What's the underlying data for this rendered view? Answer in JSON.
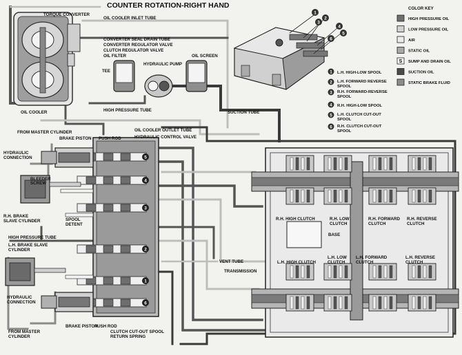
{
  "title": "COUNTER ROTATION-RIGHT HAND",
  "labels": {
    "torque_converter": "TORQUE CONVERTER",
    "oil_cooler_inlet": "OIL COOLER INLET TUBE",
    "converter_seal_drain": "CONVERTER SEAL DRAIN TUBE",
    "converter_regulator": "CONVERTER REGULATOR VALVE",
    "clutch_regulator": "CLUTCH REGULATOR VALVE",
    "oil_filter": "OIL FILTER",
    "hydraulic_pump": "HYDRAULIC PUMP",
    "oil_screen": "OIL SCREEN",
    "tee": "TEE",
    "oil_cooler": "OIL COOLER",
    "high_pressure_tube_top": "HIGH PRESSURE TUBE",
    "suction_tube": "SUCTION TUBE",
    "oil_cooler_outlet": "OIL COOLER OUTLET TUBE",
    "hydraulic_control_valve": "HYDRAULIC CONTROL VALVE",
    "from_master_top": "FROM MASTER CYLINDER",
    "brake_piston_top": "BRAKE PISTON",
    "push_rod_top": "PUSH ROD",
    "hydraulic_connection_top_1": "HYDRAULIC",
    "hydraulic_connection_top_2": "CONNECTION",
    "bleeder_1": "BLEEDER",
    "bleeder_2": "SCREW",
    "rh_brake_1": "R.H. BRAKE",
    "rh_brake_2": "SLAVE CYLINDER",
    "spool_detent_1": "SPOOL",
    "spool_detent_2": "DETENT",
    "high_pressure_tube_mid": "HIGH PRESSURE TUBE",
    "lh_brake_1": "L.H. BRAKE SLAVE",
    "lh_brake_2": "CYLINDER",
    "hydraulic_connection_bot_1": "HYDRAULIC",
    "hydraulic_connection_bot_2": "CONNECTION",
    "brake_piston_bot": "BRAKE PISTON",
    "push_rod_bot": "PUSH ROD",
    "from_master_bot_1": "FROM MASTER",
    "from_master_bot_2": "CYLINDER",
    "clutch_cutout_1": "CLUTCH CUT-OUT SPOOL",
    "clutch_cutout_2": "RETURN SPRING",
    "vent_tube": "VENT TUBE",
    "transmission": "TRANSMISSION",
    "base": "BASE",
    "rh_high_clutch": "R.H. HIGH CLUTCH",
    "rh_low_clutch_1": "R.H. LOW",
    "rh_low_clutch_2": "CLUTCH",
    "rh_forward_clutch_1": "R.H. FORWARD",
    "rh_forward_clutch_2": "CLUTCH",
    "rh_reverse_clutch_1": "R.H. REVERSE",
    "rh_reverse_clutch_2": "CLUTCH",
    "lh_high_clutch": "L.H. HIGH CLUTCH",
    "lh_low_clutch_1": "L.H. LOW",
    "lh_low_clutch_2": "CLUTCH",
    "lh_forward_clutch_1": "L.H. FORWARD",
    "lh_forward_clutch_2": "CLUTCH",
    "lh_reverse_clutch_1": "L.H. REVERSE",
    "lh_reverse_clutch_2": "CLUTCH"
  },
  "spool_legend": [
    {
      "num": "1",
      "line1": "L.H. HIGH-LOW SPOOL",
      "line2": ""
    },
    {
      "num": "2",
      "line1": "L.H. FORWARD REVERSE",
      "line2": "SPOOL"
    },
    {
      "num": "3",
      "line1": "R.H. FORWARD-REVERSE",
      "line2": "SPOOL"
    },
    {
      "num": "4",
      "line1": "R.H. HIGH-LOW SPOOL",
      "line2": ""
    },
    {
      "num": "5",
      "line1": "L.H. CLUTCH CUT-OUT",
      "line2": "SPOOL"
    },
    {
      "num": "6",
      "line1": "R.H. CLUTCH CUT-OUT",
      "line2": "SPOOL"
    }
  ],
  "valve_spool_numbers": [
    "5",
    "4",
    "3",
    "2",
    "1",
    "6"
  ],
  "color_key": {
    "title": "COLOR KEY",
    "items": [
      {
        "label": "HIGH PRESSURE OIL",
        "color": "#6f6f6f",
        "mark": ""
      },
      {
        "label": "LOW PRESSURE OIL",
        "color": "#d2d2d2",
        "mark": ""
      },
      {
        "label": "AIR",
        "color": "#ebebeb",
        "mark": ""
      },
      {
        "label": "STATIC OIL",
        "color": "#a9a9a9",
        "mark": ""
      },
      {
        "label": "SUMP AND DRAIN OIL",
        "color": "#ffffff",
        "mark": "S"
      },
      {
        "label": "SUCTION OIL",
        "color": "#4a4a4a",
        "mark": ""
      },
      {
        "label": "STATIC BRAKE FLUID",
        "color": "#8c8c8c",
        "mark": ""
      }
    ]
  }
}
